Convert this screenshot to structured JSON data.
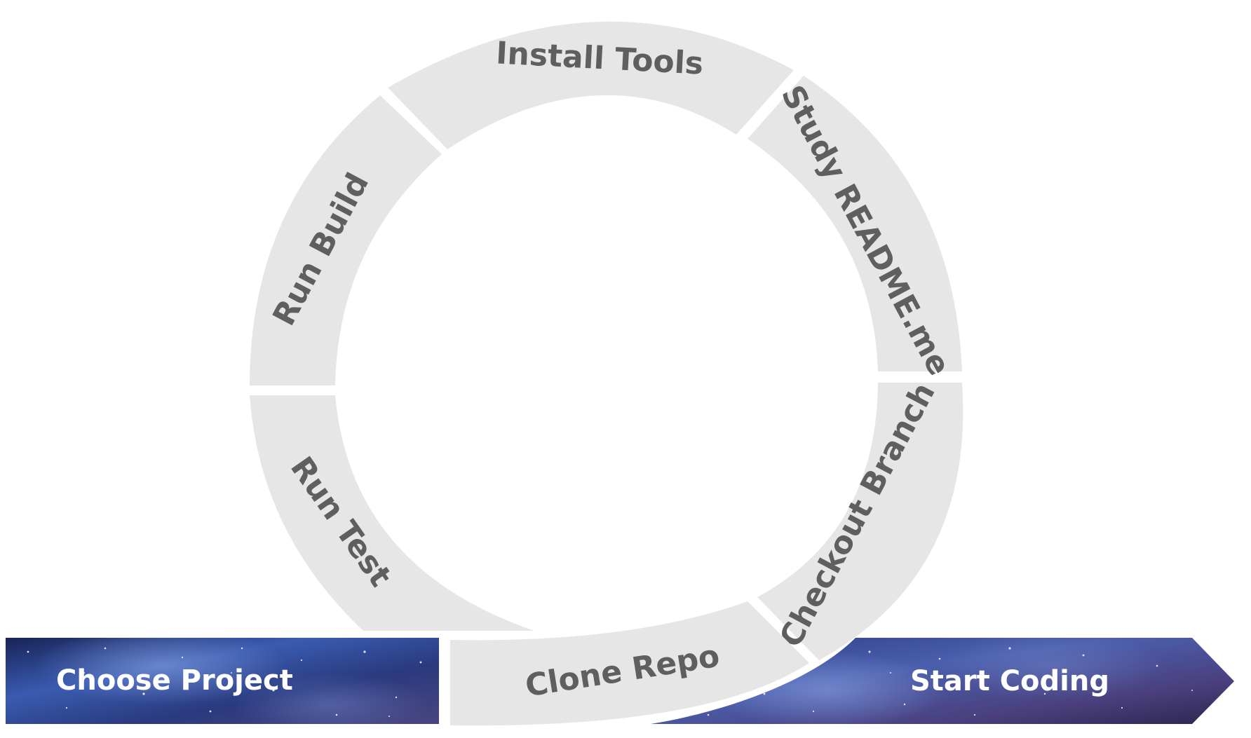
{
  "steps": {
    "install_tools": "Install Tools",
    "study_readme": "Study README.me",
    "checkout_branch": "Checkout Branch",
    "clone_repo": "Clone Repo",
    "run_test": "Run Test",
    "run_build": "Run Build"
  },
  "bands": {
    "start": "Choose Project",
    "end": "Start Coding"
  },
  "colors": {
    "segment_fill": "#e6e6e6",
    "segment_text": "#5f5f5f",
    "band_text": "#ffffff",
    "space_dark": "#1b2450",
    "space_mid": "#3d58a8",
    "space_purple": "#5a4a88"
  }
}
